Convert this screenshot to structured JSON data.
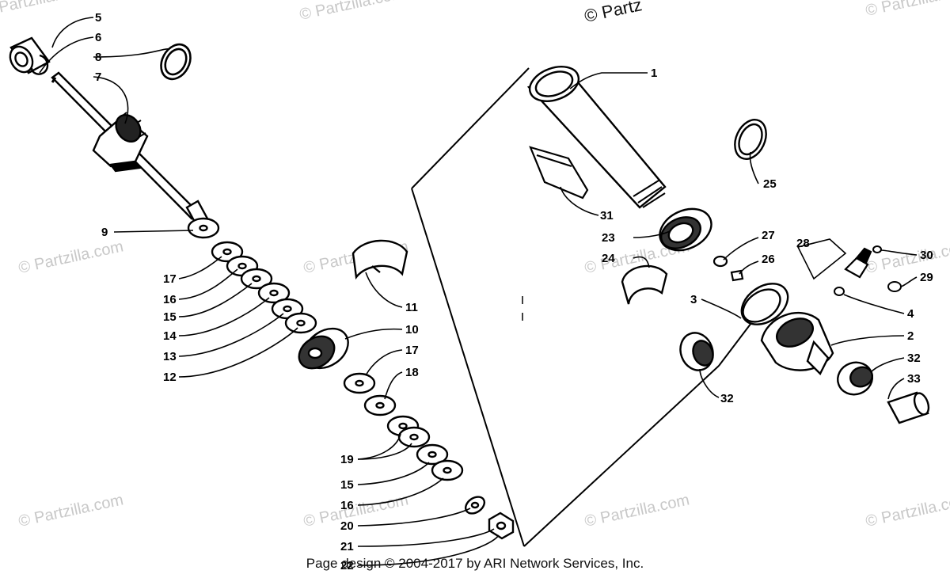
{
  "watermarks": {
    "text": "© Partzilla.com",
    "top_text": "© Partz"
  },
  "callouts": [
    "1",
    "2",
    "3",
    "4",
    "5",
    "6",
    "7",
    "8",
    "9",
    "10",
    "11",
    "12",
    "13",
    "14",
    "15",
    "15",
    "16",
    "16",
    "17",
    "17",
    "18",
    "19",
    "20",
    "21",
    "22",
    "23",
    "24",
    "25",
    "26",
    "27",
    "28",
    "29",
    "30",
    "31",
    "32",
    "32",
    "33"
  ],
  "footer": {
    "text": "Page design © 2004-2017 by ARI Network Services, Inc."
  }
}
